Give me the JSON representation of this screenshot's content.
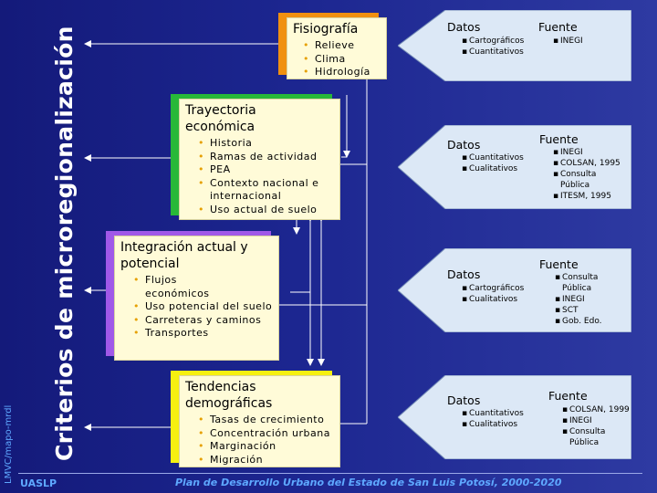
{
  "title": "Criterios de microregionalización",
  "credit": "LMVC/mapo-mrdl",
  "footer": {
    "left": "UASLP",
    "right": "Plan de Desarrollo Urbano del Estado de San Luis Potosí, 2000-2020"
  },
  "colors": {
    "background": "#1c2690",
    "box": "#fffbd8",
    "orange": "#f09010",
    "green": "#28b838",
    "purple": "#a058e8",
    "yellow": "#f6f010",
    "bullet": "#e6a000",
    "panel": "#dce8f6",
    "link": "#5ea8ff"
  },
  "boxes": [
    {
      "title": "Fisiografía",
      "items": [
        "Relieve",
        "Clima",
        "Hidrología"
      ]
    },
    {
      "title": "Trayectoria económica",
      "items": [
        "Historia",
        "Ramas de actividad",
        "PEA",
        "Contexto nacional e internacional",
        "Uso actual de suelo"
      ]
    },
    {
      "title": "Integración actual y potencial",
      "items": [
        "Flujos económicos",
        "Uso potencial del suelo",
        "Carreteras y caminos",
        "Transportes"
      ]
    },
    {
      "title": "Tendencias demográficas",
      "items": [
        "Tasas de crecimiento",
        "Concentración urbana",
        "Marginación",
        "Migración"
      ]
    }
  ],
  "panels": [
    {
      "datos_label": "Datos",
      "fuente_label": "Fuente",
      "datos": [
        "Cartográficos",
        "Cuantitativos"
      ],
      "fuentes": [
        "INEGI"
      ]
    },
    {
      "datos_label": "Datos",
      "fuente_label": "Fuente",
      "datos": [
        "Cuantitativos",
        "Cualitativos"
      ],
      "fuentes": [
        "INEGI",
        "COLSAN, 1995",
        "Consulta Pública",
        "ITESM, 1995"
      ]
    },
    {
      "datos_label": "Datos",
      "fuente_label": "Fuente",
      "datos": [
        "Cartográficos",
        "Cualitativos"
      ],
      "fuentes": [
        "Consulta Pública",
        "INEGI",
        "SCT",
        "Gob. Edo."
      ]
    },
    {
      "datos_label": "Datos",
      "fuente_label": "Fuente",
      "datos": [
        "Cuantitativos",
        "Cualitativos"
      ],
      "fuentes": [
        "COLSAN, 1999",
        "INEGI",
        "Consulta Pública"
      ]
    }
  ]
}
